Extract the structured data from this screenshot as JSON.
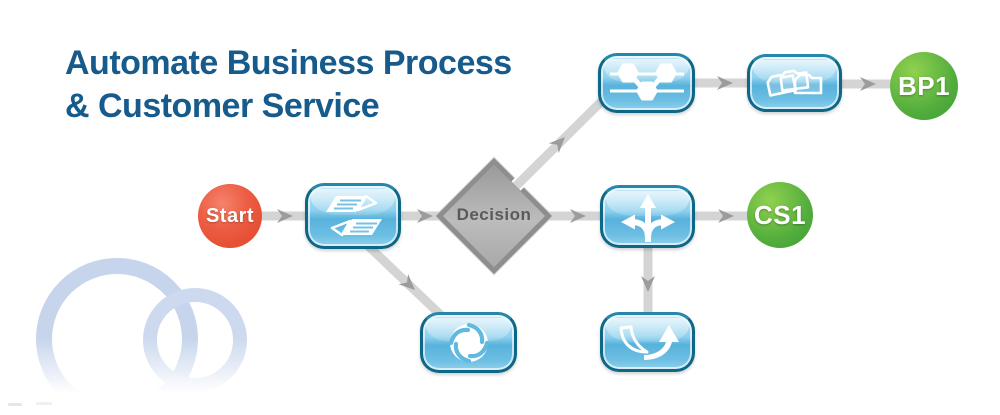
{
  "title": {
    "line1": "Automate Business Process",
    "line2": "& Customer Service"
  },
  "flow": {
    "start": {
      "label": "Start",
      "color": "#E8503A"
    },
    "documents_step": {
      "icon": "documents-icon"
    },
    "decision": {
      "label": "Decision",
      "color": "#ABABAB",
      "text_color": "#5A5A5A"
    },
    "network_step": {
      "icon": "hexagon-network-icon"
    },
    "folders_step": {
      "icon": "folders-icon"
    },
    "branch_step": {
      "icon": "branch-arrows-icon"
    },
    "vortex_step": {
      "icon": "vortex-icon"
    },
    "page_flip_step": {
      "icon": "page-flip-arrow-icon"
    },
    "bp1": {
      "label": "BP1",
      "color": "#46A63C"
    },
    "cs1": {
      "label": "CS1",
      "color": "#46A63C"
    }
  },
  "edges": [
    {
      "from": "start",
      "to": "documents_step"
    },
    {
      "from": "documents_step",
      "to": "decision"
    },
    {
      "from": "documents_step",
      "to": "vortex_step"
    },
    {
      "from": "decision",
      "to": "network_step"
    },
    {
      "from": "decision",
      "to": "branch_step"
    },
    {
      "from": "network_step",
      "to": "folders_step"
    },
    {
      "from": "folders_step",
      "to": "bp1"
    },
    {
      "from": "branch_step",
      "to": "cs1"
    },
    {
      "from": "branch_step",
      "to": "page_flip_step"
    }
  ],
  "colors": {
    "title": "#175A8C",
    "node_border": "#0F6788",
    "node_fill": "#6FC0E4",
    "connector": "#D4D4D4",
    "arrowhead": "#9C9C9C",
    "cloud": "#C6D5EC"
  }
}
